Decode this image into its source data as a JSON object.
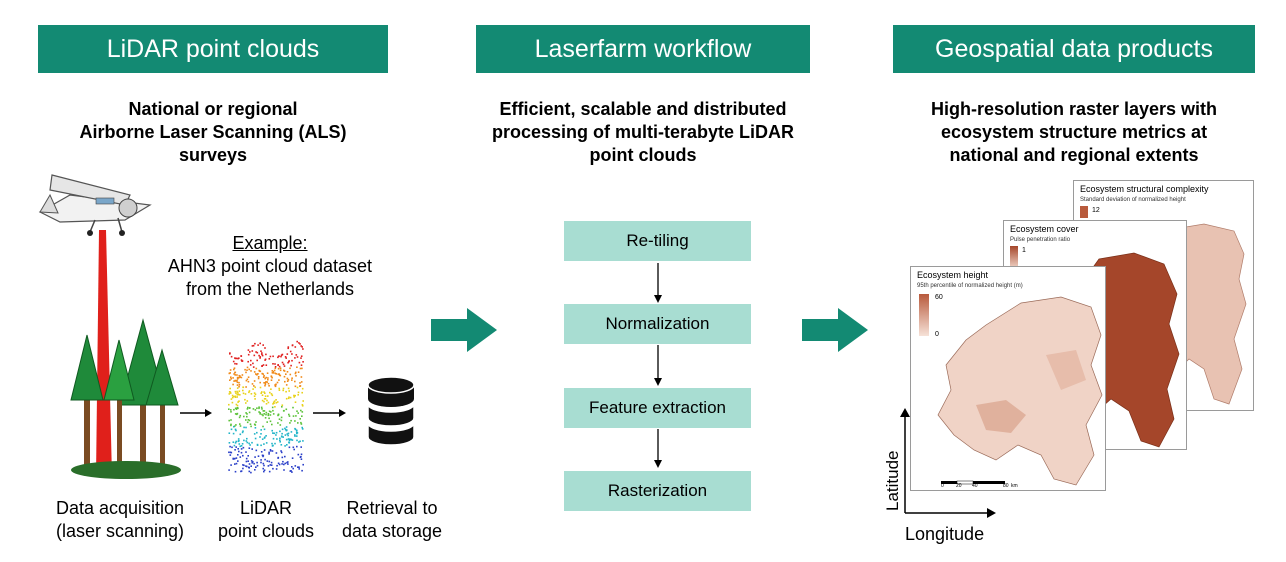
{
  "headers": {
    "left": "LiDAR point clouds",
    "middle": "Laserfarm workflow",
    "right": "Geospatial data products"
  },
  "left": {
    "subtitle": [
      "National or regional",
      "Airborne Laser Scanning (ALS)",
      "surveys"
    ],
    "example_label": "Example:",
    "example_text": [
      "AHN3 point cloud dataset",
      "from the Netherlands"
    ],
    "captions": {
      "acquisition": [
        "Data acquisition",
        "(laser scanning)"
      ],
      "pointclouds": [
        "LiDAR",
        "point clouds"
      ],
      "storage": [
        "Retrieval to",
        "data storage"
      ]
    }
  },
  "middle": {
    "subtitle": [
      "Efficient, scalable and distributed",
      "processing of multi-terabyte LiDAR",
      "point clouds"
    ],
    "steps": [
      "Re-tiling",
      "Normalization",
      "Feature extraction",
      "Rasterization"
    ]
  },
  "right": {
    "subtitle": [
      "High-resolution raster layers with",
      "ecosystem structure metrics at",
      "national and regional extents"
    ],
    "maps": [
      {
        "title": "Ecosystem structural complexity",
        "sub": "Standard deviation of normalized height",
        "max": "12",
        "min": ""
      },
      {
        "title": "Ecosystem cover",
        "sub": "Pulse penetration ratio",
        "max": "1",
        "min": ""
      },
      {
        "title": "Ecosystem height",
        "sub": "95th percentile of normalized height (m)",
        "max": "60",
        "min": "0"
      }
    ],
    "scalebar": {
      "ticks": [
        "0",
        "20",
        "40",
        "80"
      ],
      "unit": "km"
    },
    "axes": {
      "y": "Latitude",
      "x": "Longitude"
    }
  },
  "colors": {
    "header": "#138a73",
    "step_box": "#a8ddd2",
    "arrow": "#138a73",
    "map_light": "#f0d3c6",
    "map_dark": "#a5462a"
  }
}
